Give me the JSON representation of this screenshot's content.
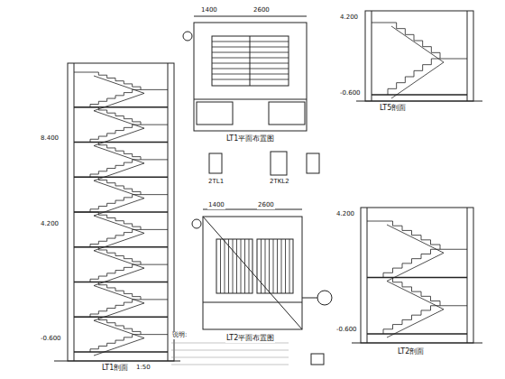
{
  "diagram": {
    "labels": [
      "LT1剖面",
      "1:50",
      "LT1平面布置图",
      "LT5剖面",
      "2TKL2",
      "2TL1",
      "LT2平面布置图",
      "LT2剖面",
      "说明:",
      "8.400",
      "4.200",
      "-0.600",
      "4.200",
      "-0.600",
      "4.200",
      "-0.600",
      "1400",
      "2600",
      "1400",
      "2600"
    ]
  }
}
